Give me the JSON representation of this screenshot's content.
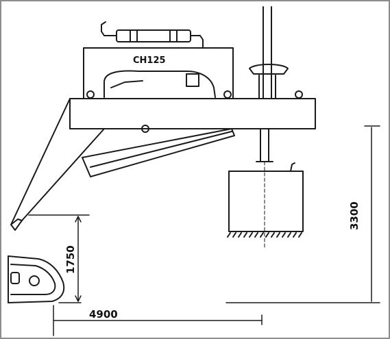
{
  "diagram": {
    "machine_label": "CH125",
    "dimensions": {
      "horizontal_reach": "4900",
      "lift_height": "1750",
      "drill_height": "3300"
    }
  },
  "colors": {
    "line": "#1a1a1a",
    "frame": "#8c8c8c",
    "background": "#ffffff"
  }
}
